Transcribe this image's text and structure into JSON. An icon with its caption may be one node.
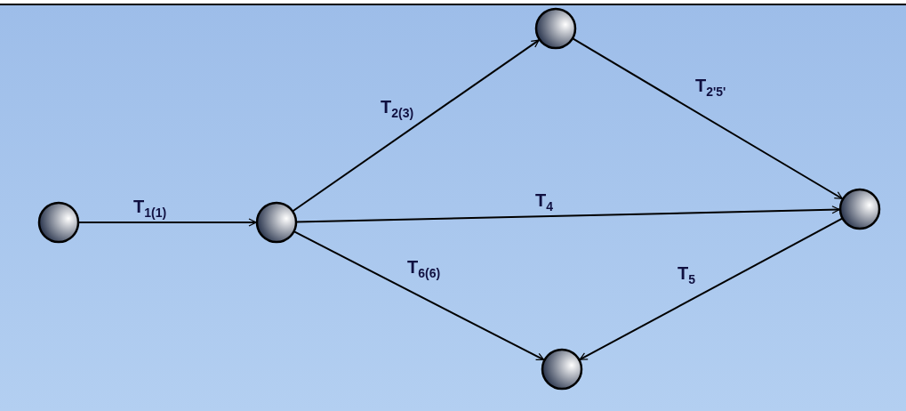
{
  "diagram": {
    "nodes": [
      {
        "text": [],
        "shape": "circle"
      },
      {
        "text": [],
        "shape": "circle"
      },
      {
        "text": [],
        "shape": "circle"
      },
      {
        "text": [],
        "shape": "circle"
      },
      {
        "text": [],
        "shape": "circle"
      }
    ],
    "edges": [
      {
        "from": 0,
        "to": 1,
        "arrow": "to",
        "label": "T$_{1(1)}$"
      },
      {
        "from": 1,
        "to": 2,
        "arrow": "to",
        "label": "T$_{2(3)}$"
      },
      {
        "from": 2,
        "to": 3,
        "arrow": "to",
        "label": "T$_{2'5'}$"
      },
      {
        "from": 1,
        "to": 3,
        "arrow": "to",
        "label": "T$_{4}$"
      },
      {
        "from": 1,
        "to": 4,
        "arrow": "to",
        "label": "T$_{6(6)}$"
      },
      {
        "from": 3,
        "to": 4,
        "arrow": "to",
        "label": "T$_{5}$"
      }
    ]
  }
}
